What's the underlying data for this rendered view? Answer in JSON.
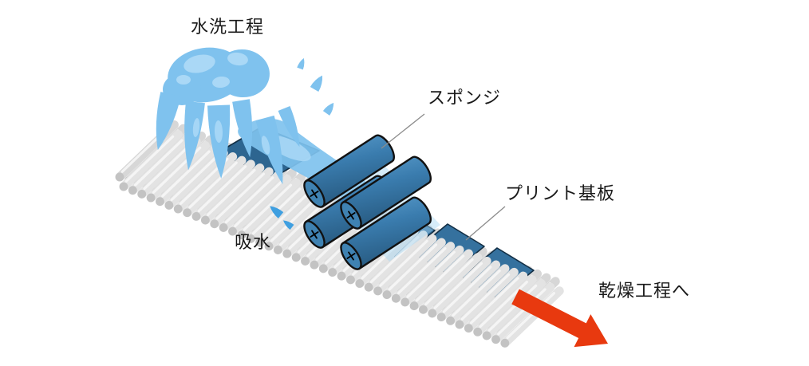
{
  "diagram": {
    "labels": {
      "washing": "水洗工程",
      "sponge": "スポンジ",
      "pcb": "プリント基板",
      "absorb": "吸水",
      "drying": "乾燥工程へ"
    },
    "colors": {
      "background": "#ffffff",
      "water_main": "#7fc2ee",
      "water_light": "#aad8f6",
      "water_drop": "#3f9fe0",
      "wet_overlay": "#a5d4f2",
      "pcb_fill": "#35719e",
      "pcb_wet_fill": "#2d6590",
      "pcb_stroke": "#132f45",
      "sponge_light": "#5d9fce",
      "sponge_mid": "#3a7cae",
      "sponge_dark": "#27597f",
      "sponge_cap": "#3f82b2",
      "sponge_outline": "#111111",
      "roller_body": "#d7d7d7",
      "roller_body_front": "#e3e3e3",
      "roller_cap": "#c3c3c3",
      "roller_highlight": "#f8f8f8",
      "arrow_red": "#e8390f",
      "leader_line": "#8c8c8c",
      "text": "#1a1a1a"
    }
  }
}
